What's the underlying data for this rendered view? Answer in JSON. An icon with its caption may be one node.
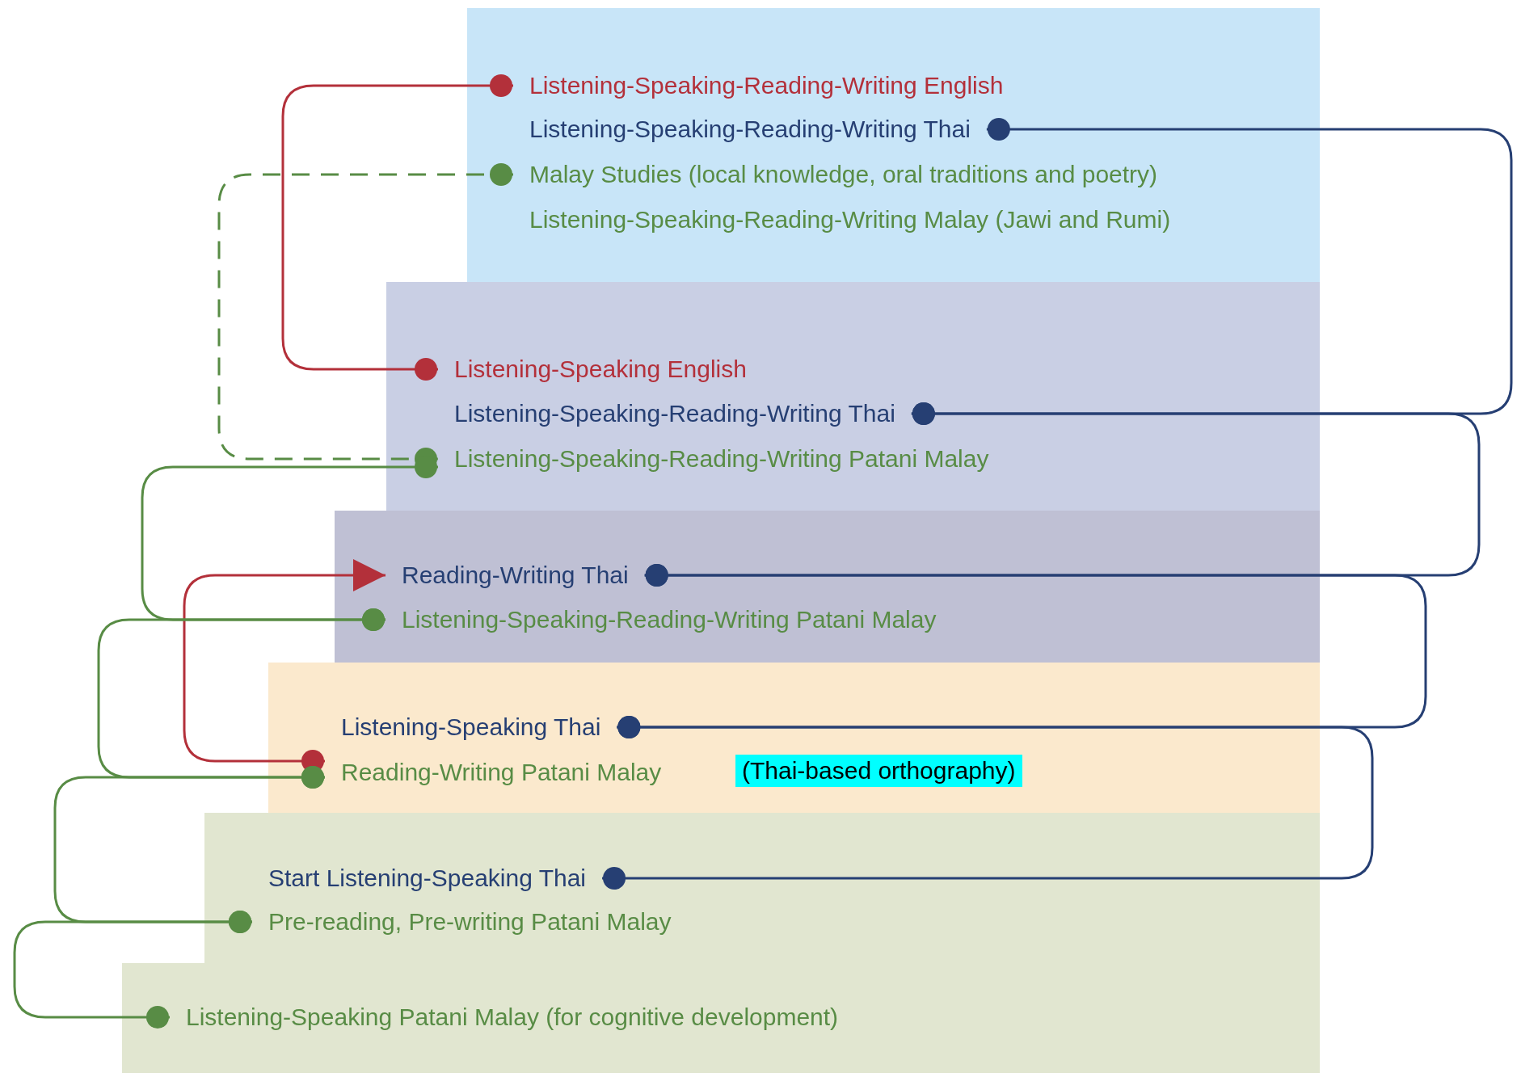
{
  "diagram": {
    "nodes": [
      {
        "text": [],
        "shape": "box"
      },
      {
        "text": [
          "Listening-Speaking-Reading-Writing English"
        ],
        "in": 0
      },
      {
        "text": [
          "Listening-Speaking-Reading-Writing Thai"
        ],
        "in": 0
      },
      {
        "text": [
          "Malay Studies (local knowledge, oral traditions and poetry)"
        ],
        "in": 0
      },
      {
        "text": [
          "Listening-Speaking-Reading-Writing Malay (Jawi and Rumi)"
        ],
        "in": 0
      },
      {
        "text": [],
        "shape": "box"
      },
      {
        "text": [
          "Listening-Speaking English"
        ],
        "in": 5
      },
      {
        "text": [
          "Listening-Speaking-Reading-Writing Thai"
        ],
        "in": 5
      },
      {
        "text": [
          "Listening-Speaking-Reading-Writing Patani Malay"
        ],
        "in": 5
      },
      {
        "text": [],
        "shape": "box"
      },
      {
        "text": [
          "Reading-Writing Thai"
        ],
        "in": 9
      },
      {
        "text": [
          "Listening-Speaking-Reading-Writing Patani Malay"
        ],
        "in": 9
      },
      {
        "text": [],
        "shape": "box"
      },
      {
        "text": [
          "Listening-Speaking Thai"
        ],
        "in": 12
      },
      {
        "text": [
          "Reading-Writing Patani Malay"
        ],
        "in": 12,
        "beside": [
          "(Thai-based orthography)"
        ]
      },
      {
        "text": [],
        "shape": "box"
      },
      {
        "text": [
          "Start Listening-Speaking Thai"
        ],
        "in": 15
      },
      {
        "text": [
          "Pre-reading, Pre-writing Patani Malay"
        ],
        "in": 15
      },
      {
        "text": [],
        "shape": "box"
      },
      {
        "text": [
          "Listening-Speaking Patani Malay (for cognitive development)"
        ],
        "in": 18
      }
    ],
    "edges": [
      {
        "from": 1,
        "to": 6,
        "arrow": "other",
        "color": "#b3303a"
      },
      {
        "from": 14,
        "to": 10,
        "arrow": "to",
        "color": "#b3303a"
      },
      {
        "from": 2,
        "to": 7,
        "arrow": "other",
        "color": "#263f73"
      },
      {
        "from": 7,
        "to": 10,
        "arrow": "other",
        "color": "#263f73"
      },
      {
        "from": 10,
        "to": 13,
        "arrow": "other",
        "color": "#263f73"
      },
      {
        "from": 13,
        "to": 16,
        "arrow": "other",
        "color": "#263f73"
      },
      {
        "from": 3,
        "to": 8,
        "arrow": "other",
        "style": "dashed"
      },
      {
        "from": 8,
        "to": 11,
        "arrow": "other"
      },
      {
        "from": 11,
        "to": 14,
        "arrow": "other"
      },
      {
        "from": 14,
        "to": 17,
        "arrow": "other"
      },
      {
        "from": 17,
        "to": 19,
        "arrow": "other"
      }
    ]
  }
}
